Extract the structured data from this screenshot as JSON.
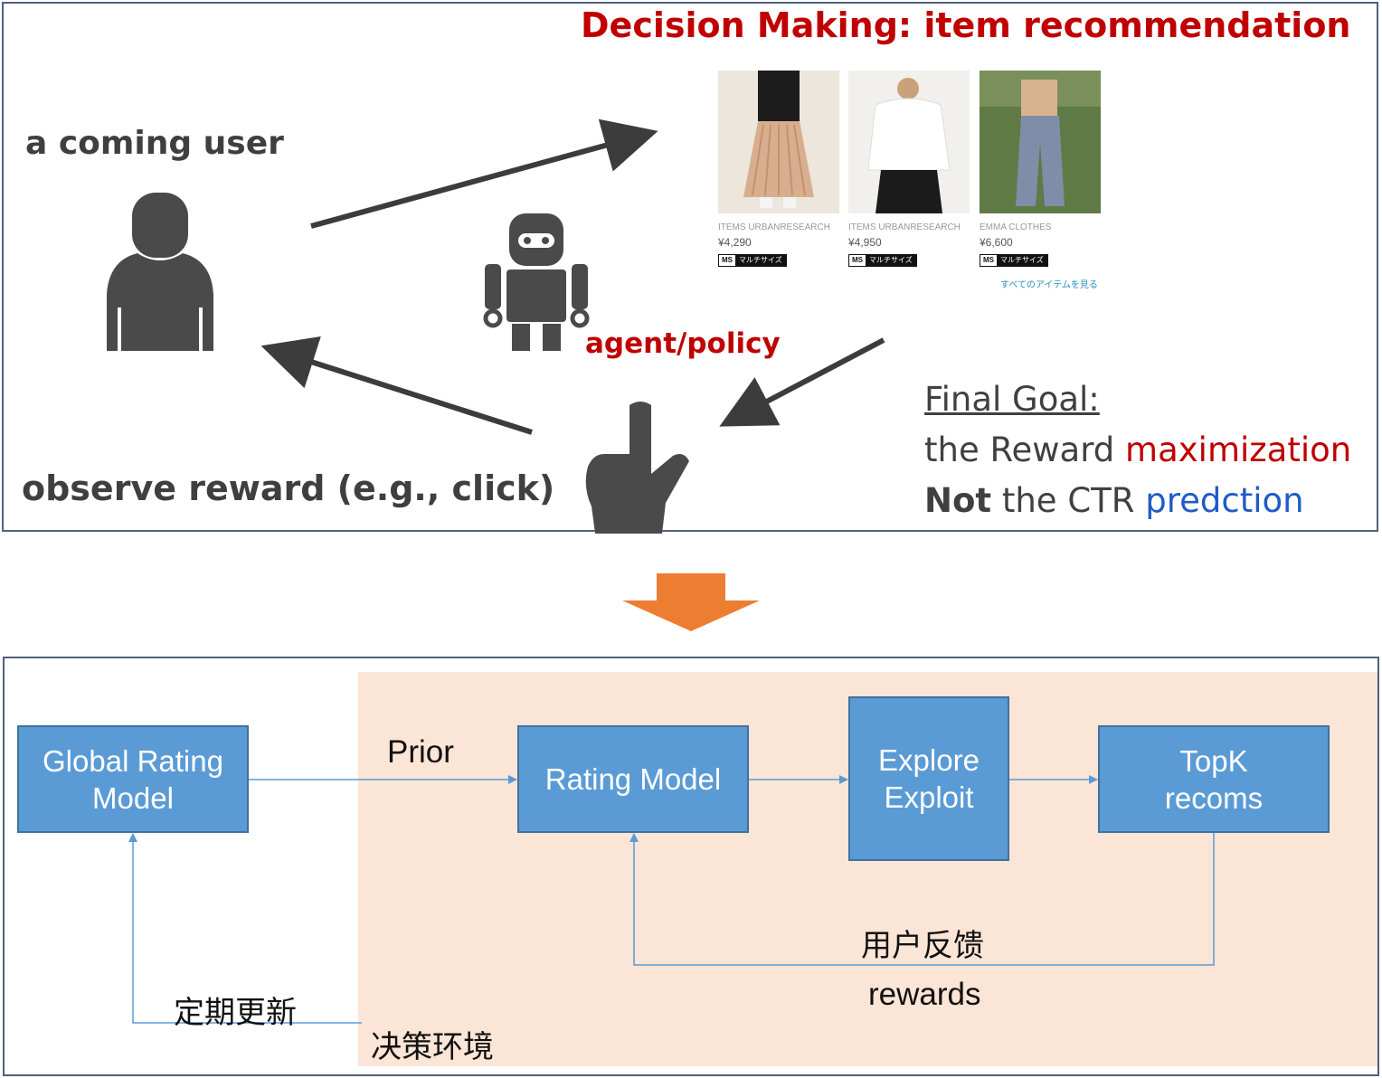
{
  "top": {
    "title": "Decision Making: item recommendation",
    "user_label": "a coming user",
    "reward_label": "observe reward (e.g., click)",
    "agent_label": "agent/policy",
    "goal": {
      "heading": "Final Goal:",
      "line2_a": "the Reward ",
      "line2_b": "maximization",
      "line3_a": "Not",
      "line3_b": " the CTR ",
      "line3_c": "predction"
    },
    "products": [
      {
        "brand": "ITEMS URBANRESEARCH",
        "price": "¥4,290",
        "tag_ms": "MS",
        "tag_text": "マルチサイズ"
      },
      {
        "brand": "ITEMS URBANRESEARCH",
        "price": "¥4,950",
        "tag_ms": "MS",
        "tag_text": "マルチサイズ"
      },
      {
        "brand": "EMMA CLOTHES",
        "price": "¥6,600",
        "tag_ms": "MS",
        "tag_text": "マルチサイズ"
      }
    ],
    "see_all": "すべてのアイテムを見る"
  },
  "bottom": {
    "boxes": {
      "global_line1": "Global Rating",
      "global_line2": "Model",
      "rating": "Rating Model",
      "explore_line1": "Explore",
      "explore_line2": "Exploit",
      "topk_line1": "TopK",
      "topk_line2": "recoms"
    },
    "prior": "Prior",
    "feedback_cn": "用户反馈",
    "rewards": "rewards",
    "update_cn": "定期更新",
    "env_cn": "决策环境"
  },
  "colors": {
    "title_red": "#c00000",
    "blue_text": "#1f5bc6",
    "box_fill": "#5b9bd5",
    "env_bg": "#fbe5d6",
    "transition_arrow": "#ed7d31",
    "icon_dark": "#4a4a4a"
  }
}
